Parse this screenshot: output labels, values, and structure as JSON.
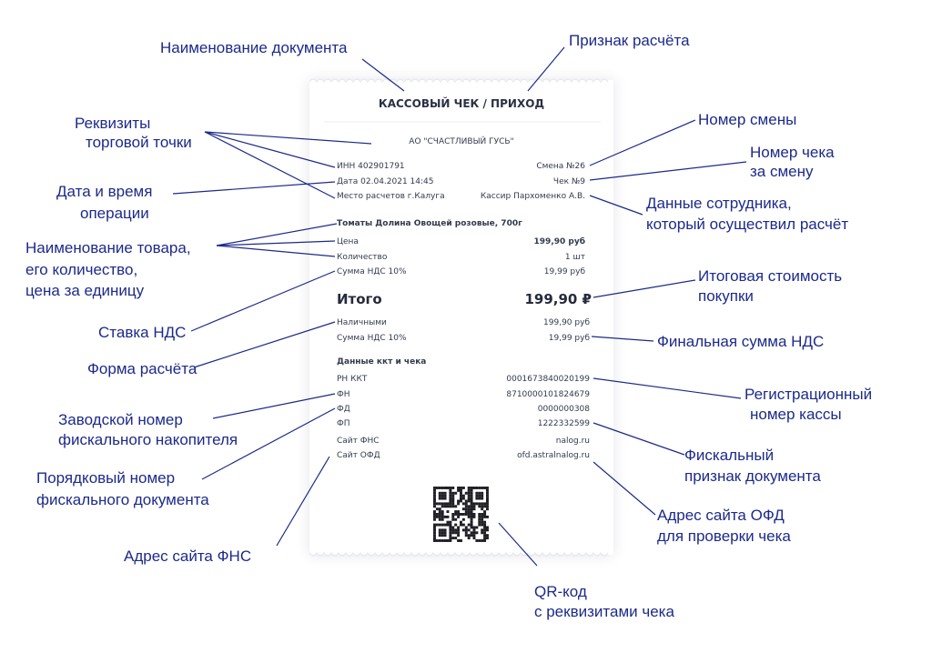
{
  "receipt": {
    "title": "КАССОВЫЙ ЧЕК / ПРИХОД",
    "org": "АО \"СЧАСТЛИВЫЙ ГУСЬ\"",
    "inn": "ИНН 402901791",
    "shift": "Смена №26",
    "date": "Дата 02.04.2021 14:45",
    "check_no": "Чек №9",
    "place": "Место расчетов г.Калуга",
    "cashier": "Кассир Пархоменко А.В.",
    "item_name": "Томаты Долина Овощей розовые, 700г",
    "price_label": "Цена",
    "price_value": "199,90 руб",
    "qty_label": "Количество",
    "qty_value": "1 шт",
    "vat_label": "Сумма НДС 10%",
    "vat_value": "19,99 руб",
    "total_label": "Итого",
    "total_value": "199,90 ₽",
    "cash_label": "Наличными",
    "cash_value": "199,90 руб",
    "vat2_label": "Сумма НДС 10%",
    "vat2_value": "19,99 руб",
    "kkt_header": "Данные ккт и чека",
    "rn_label": "РН ККТ",
    "rn_value": "0001673840020199",
    "fn_label": "ФН",
    "fn_value": "8710000101824679",
    "fd_label": "ФД",
    "fd_value": "0000000308",
    "fp_label": "ФП",
    "fp_value": "1222332599",
    "fns_label": "Сайт ФНС",
    "fns_value": "nalog.ru",
    "ofd_label": "Сайт ОФД",
    "ofd_value": "ofd.astralnalog.ru"
  },
  "annotations": {
    "doc_name": "Наименование документа",
    "calc_sign": "Признак расчёта",
    "requisites_1": "Реквизиты",
    "requisites_2": "торговой точки",
    "shift_no": "Номер смены",
    "check_no_1": "Номер чека",
    "check_no_2": "за смену",
    "datetime_1": "Дата и время",
    "datetime_2": "операции",
    "employee_1": "Данные сотрудника,",
    "employee_2": "который осуществил расчёт",
    "goods_1": "Наименование товара,",
    "goods_2": "его количество,",
    "goods_3": "цена за единицу",
    "total_1": "Итоговая стоимость",
    "total_2": "покупки",
    "vat_rate": "Ставка НДС",
    "pay_form": "Форма расчёта",
    "final_vat": "Финальная сумма НДС",
    "reg_no_1": "Регистрационный",
    "reg_no_2": "номер кассы",
    "fn_serial_1": "Заводской номер",
    "fn_serial_2": "фискального накопителя",
    "fiscal_sign_1": "Фискальный",
    "fiscal_sign_2": "признак документа",
    "fd_no_1": "Порядковый номер",
    "fd_no_2": "фискального документа",
    "ofd_site_1": "Адрес сайта ОФД",
    "ofd_site_2": "для проверки чека",
    "fns_site": "Адрес сайта ФНС",
    "qr_1": "QR-код",
    "qr_2": "с реквизитами чека"
  },
  "colors": {
    "annotation": "#1c2a8a",
    "receipt_text": "#333a4e",
    "line": "#1c2a8a"
  }
}
